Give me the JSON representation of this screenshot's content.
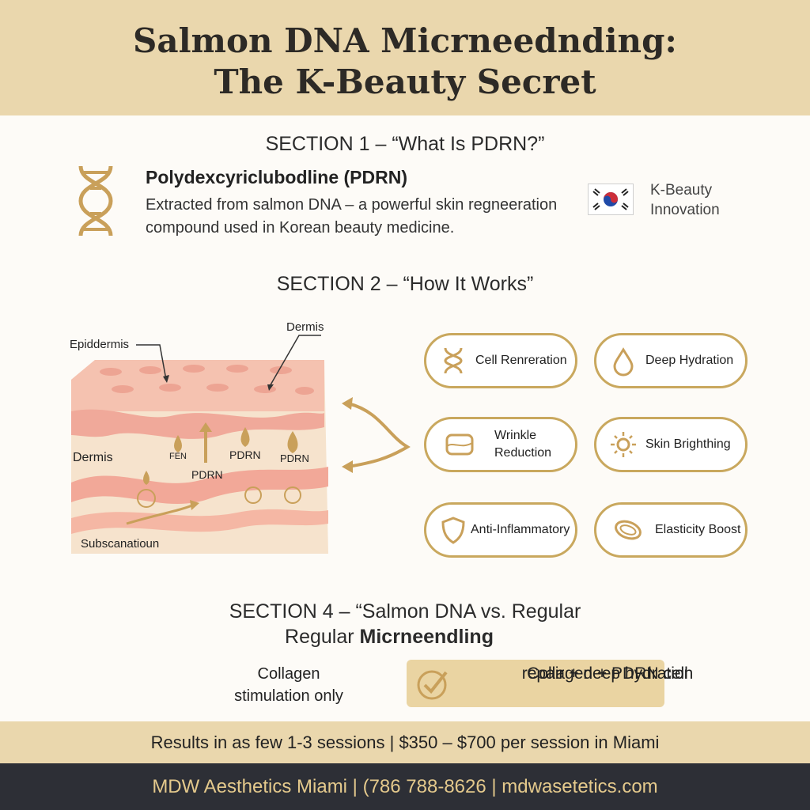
{
  "header": {
    "title_line1": "Salmon DNA Micrneednding:",
    "title_line2": "The K-Beauty Secret"
  },
  "section1": {
    "title": "SECTION 1 – “What Is PDRN?”",
    "name": "Polydexcyriclubodline (PDRN)",
    "description": "Extracted from salmon DNA – a powerful skin regneeration compound used in Korean beauty medicine.",
    "badge_line1": "K-Beauty",
    "badge_line2": "Innovation",
    "icons": [
      "dna-icon",
      "korea-flag-icon"
    ]
  },
  "section2": {
    "title": "SECTION 2 – “How It Works”",
    "diagram": {
      "labels": {
        "epidermis": "Epiddermis",
        "dermis_top": "Dermis",
        "dermis_side": "Dermis",
        "subcutaneous": "Subscanatioun",
        "drop1": "FEN",
        "drop2": "PDRN",
        "drop3": "PDRN",
        "drop4": "PDRN"
      }
    },
    "benefits": [
      {
        "icon": "dna-icon",
        "line1": "Cell Renreration",
        "line2": ""
      },
      {
        "icon": "water-drop-icon",
        "line1": "Deep Hydration",
        "line2": ""
      },
      {
        "icon": "skin-texture-icon",
        "line1": "Wrinkle",
        "line2": "Reduction"
      },
      {
        "icon": "sun-icon",
        "line1": "Skin Brighthing",
        "line2": ""
      },
      {
        "icon": "shield-icon",
        "line1": "Anti-Inflammatory",
        "line2": ""
      },
      {
        "icon": "ring-icon",
        "line1": "Elasticity Boost",
        "line2": ""
      }
    ]
  },
  "section4": {
    "title_line1": "SECTION 4 – “Salmon DNA vs. Regular",
    "title_line2_plain": "Regular ",
    "title_line2_bold": "Micrneendling",
    "left_line1": "Collagen",
    "left_line2": "stimulation only",
    "right_line1": "Collagen + PDRN cell",
    "right_line2": "repair + deep hydration",
    "right_icon": "checkmark-icon"
  },
  "results": "Results in as few 1-3 sessions  |  $350 – $700 per session in Miami",
  "footer": "MDW Aesthetics Miami  |  (786 788-8626  |  mdwasetetics.com",
  "colors": {
    "gold": "#c9a85e",
    "banner": "#ead7ad",
    "footer_bg": "#2d2f36",
    "footer_text": "#e4c98c",
    "skin_top": "#f5c2b0",
    "skin_layer": "#f0a99a"
  }
}
